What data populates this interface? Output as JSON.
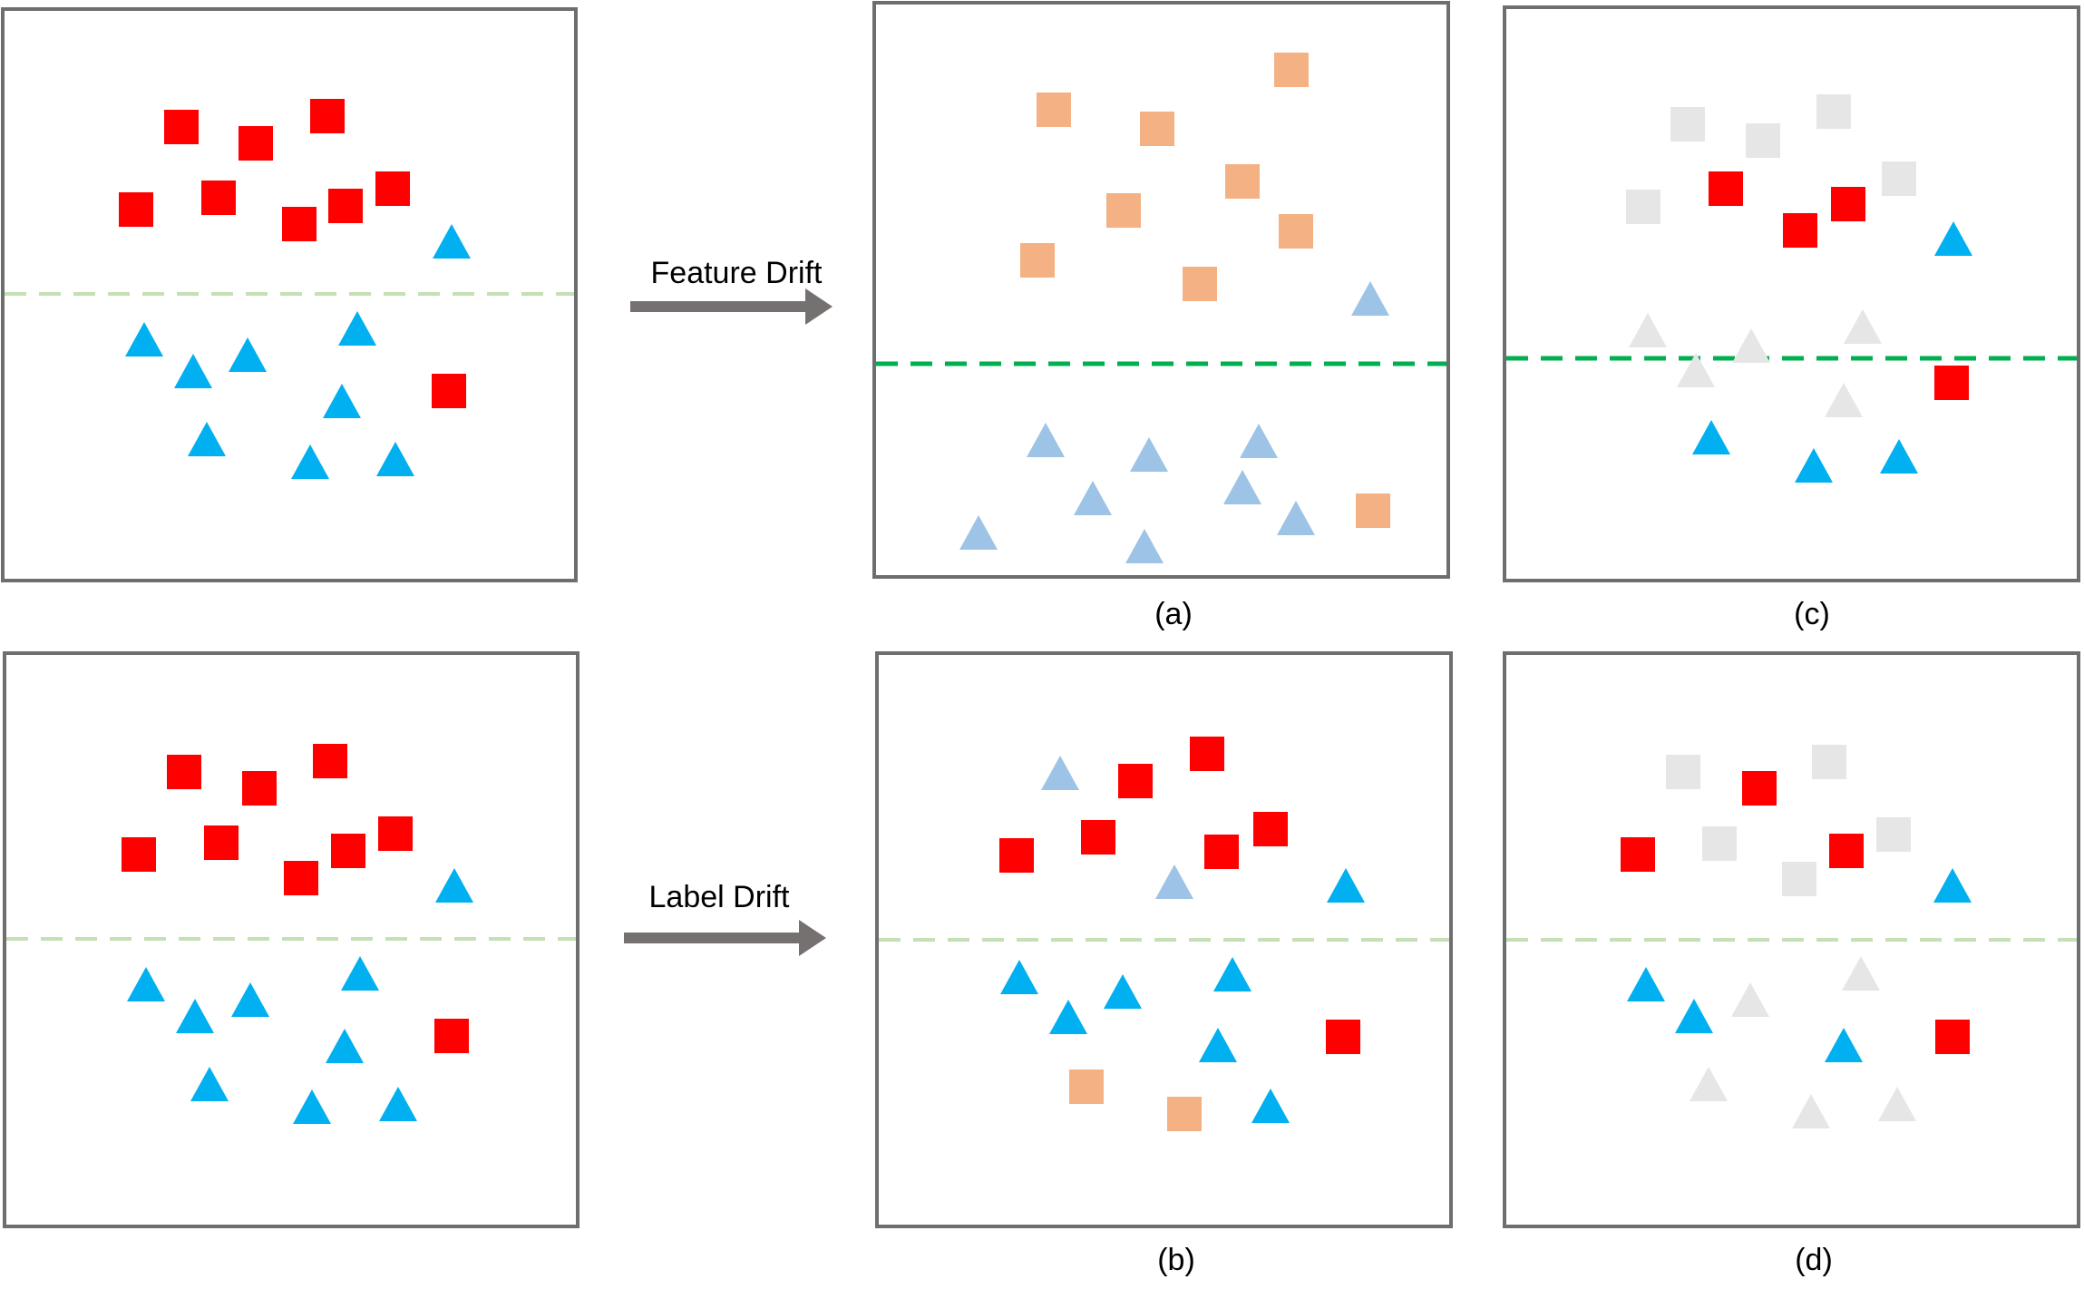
{
  "colors": {
    "red": "#ff0000",
    "orange": "#f4b183",
    "blue": "#00b0f0",
    "light_blue": "#9dc3e6",
    "gray": "#e6e6e6",
    "frame": "#6e6e6e",
    "boundary_light": "#c5e0b4",
    "boundary_dark": "#00b050",
    "arrow": "#767171"
  },
  "arrows": {
    "top_label": "Feature Drift",
    "bottom_label": "Label Drift"
  },
  "panels": {
    "orig_top": {
      "caption": ""
    },
    "a": {
      "caption": "(a)"
    },
    "c": {
      "caption": "(c)"
    },
    "orig_bottom": {
      "caption": ""
    },
    "b": {
      "caption": "(b)"
    },
    "d": {
      "caption": "(d)"
    }
  },
  "legend_shapes": {
    "class_1": "square-icon",
    "class_2": "triangle-icon"
  }
}
